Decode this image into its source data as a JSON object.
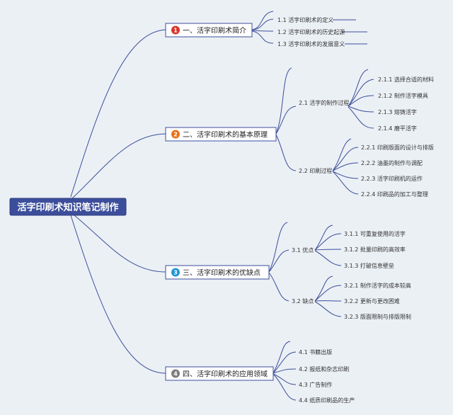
{
  "root": "活字印刷术知识笔记制作",
  "colors": {
    "line": "#3c4e9b",
    "root_bg": "#3c4e9b",
    "background": "#ebf0f5"
  },
  "branches": [
    {
      "num": "1",
      "label": "一、活字印刷术简介",
      "badge_color": "#d9362b",
      "children": [
        {
          "label": "1.1 活字印刷术的定义"
        },
        {
          "label": "1.2 活字印刷术的历史起源"
        },
        {
          "label": "1.3 活字印刷术的发展意义"
        }
      ]
    },
    {
      "num": "2",
      "label": "二、活字印刷术的基本原理",
      "badge_color": "#e8701a",
      "children": [
        {
          "label": "2.1 活字的制作过程",
          "children": [
            {
              "label": "2.1.1 选择合适的材料"
            },
            {
              "label": "2.1.2 制作活字模具"
            },
            {
              "label": "2.1.3 熔铸活字"
            },
            {
              "label": "2.1.4 磨平活字"
            }
          ]
        },
        {
          "label": "2.2 印刷过程",
          "children": [
            {
              "label": "2.2.1 印刷版面的设计与排版"
            },
            {
              "label": "2.2.2 油墨的制作与调配"
            },
            {
              "label": "2.2.3 活字印刷机的运作"
            },
            {
              "label": "2.2.4 印刷品的加工与整理"
            }
          ]
        }
      ]
    },
    {
      "num": "3",
      "label": "三、活字印刷术的优缺点",
      "badge_color": "#1e96d8",
      "children": [
        {
          "label": "3.1 优点",
          "children": [
            {
              "label": "3.1.1 可重复使用的活字"
            },
            {
              "label": "3.1.2 批量印刷的高效率"
            },
            {
              "label": "3.1.3 打破信息壁垒"
            }
          ]
        },
        {
          "label": "3.2 缺点",
          "children": [
            {
              "label": "3.2.1 制作活字的成本较高"
            },
            {
              "label": "3.2.2 更新与更改困难"
            },
            {
              "label": "3.2.3 版面限制与排版限制"
            }
          ]
        }
      ]
    },
    {
      "num": "4",
      "label": "四、活字印刷术的应用领域",
      "badge_color": "#7d7d7d",
      "children": [
        {
          "label": "4.1 书籍出版"
        },
        {
          "label": "4.2 报纸和杂志印刷"
        },
        {
          "label": "4.3 广告制作"
        },
        {
          "label": "4.4 纸质印刷品的生产"
        }
      ]
    }
  ]
}
